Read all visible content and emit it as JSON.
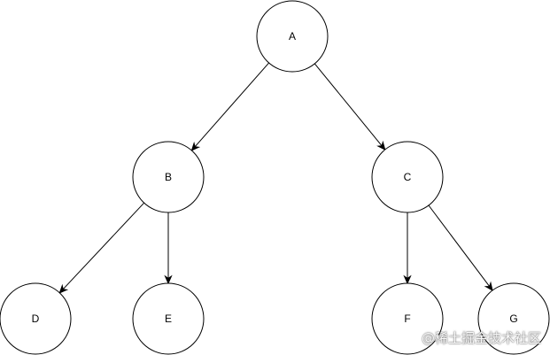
{
  "nodes": [
    {
      "id": "A",
      "label": "A"
    },
    {
      "id": "B",
      "label": "B"
    },
    {
      "id": "C",
      "label": "C"
    },
    {
      "id": "D",
      "label": "D"
    },
    {
      "id": "E",
      "label": "E"
    },
    {
      "id": "F",
      "label": "F"
    },
    {
      "id": "G",
      "label": "G"
    }
  ],
  "edges": [
    {
      "from": "A",
      "to": "B"
    },
    {
      "from": "A",
      "to": "C"
    },
    {
      "from": "B",
      "to": "D"
    },
    {
      "from": "B",
      "to": "E"
    },
    {
      "from": "C",
      "to": "F"
    },
    {
      "from": "C",
      "to": "G"
    }
  ],
  "watermark": "@稀土掘金技术社区"
}
